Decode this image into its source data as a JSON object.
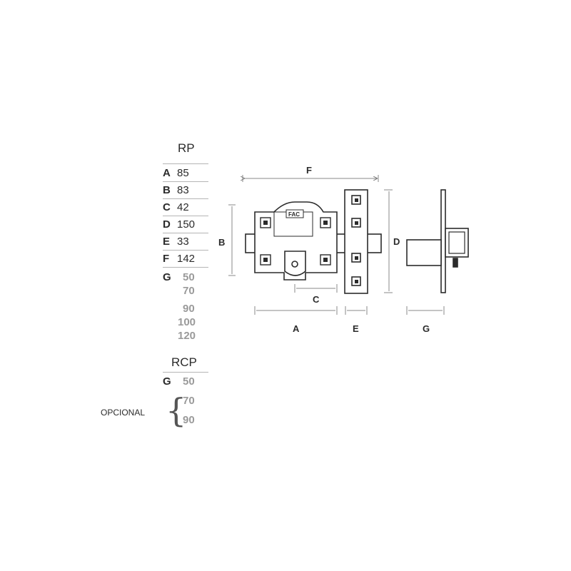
{
  "rp": {
    "title": "RP",
    "rows": [
      {
        "key": "A",
        "value": "85"
      },
      {
        "key": "B",
        "value": "83"
      },
      {
        "key": "C",
        "value": "42"
      },
      {
        "key": "D",
        "value": "150"
      },
      {
        "key": "E",
        "value": "33"
      },
      {
        "key": "F",
        "value": "142"
      }
    ],
    "g_key": "G",
    "g_values": [
      "50",
      "70",
      "90",
      "100",
      "120"
    ]
  },
  "rcp": {
    "title": "RCP",
    "g_key": "G",
    "g_value": "50",
    "optional_label": "OPCIONAL",
    "optional_values": [
      "70",
      "90"
    ]
  },
  "drawing": {
    "brand": "FAC",
    "dim_labels": {
      "A": "A",
      "B": "B",
      "C": "C",
      "D": "D",
      "E": "E",
      "F": "F",
      "G": "G"
    }
  }
}
